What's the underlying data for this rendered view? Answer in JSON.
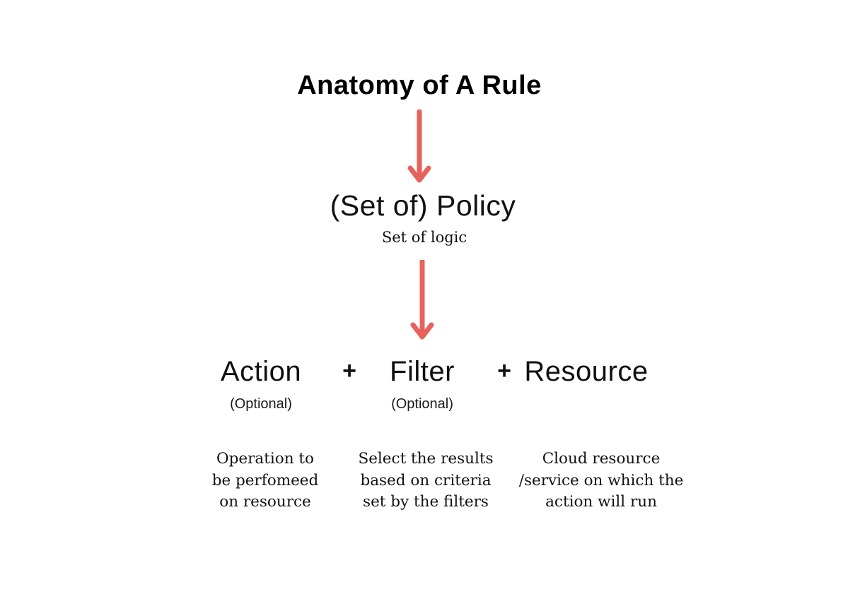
{
  "colors": {
    "background": "#ffffff",
    "arrow": "#e8625d",
    "text": "#111111",
    "title": "#000000"
  },
  "title": "Anatomy of A Rule",
  "policy": {
    "heading": "(Set of) Policy",
    "subheading": "Set of logic"
  },
  "operators": {
    "plus_1": "+",
    "plus_2": "+"
  },
  "components": [
    {
      "name": "Action",
      "qualifier": "(Optional)",
      "description": "Operation to\nbe perfomeed\non resource"
    },
    {
      "name": "Filter",
      "qualifier": "(Optional)",
      "description": "Select the results\nbased on criteria\nset by the filters"
    },
    {
      "name": "Resource",
      "description": "Cloud resource\n/service on which the\naction will run"
    }
  ],
  "icons": {
    "arrow_1": "down-arrow",
    "arrow_2": "down-arrow"
  }
}
